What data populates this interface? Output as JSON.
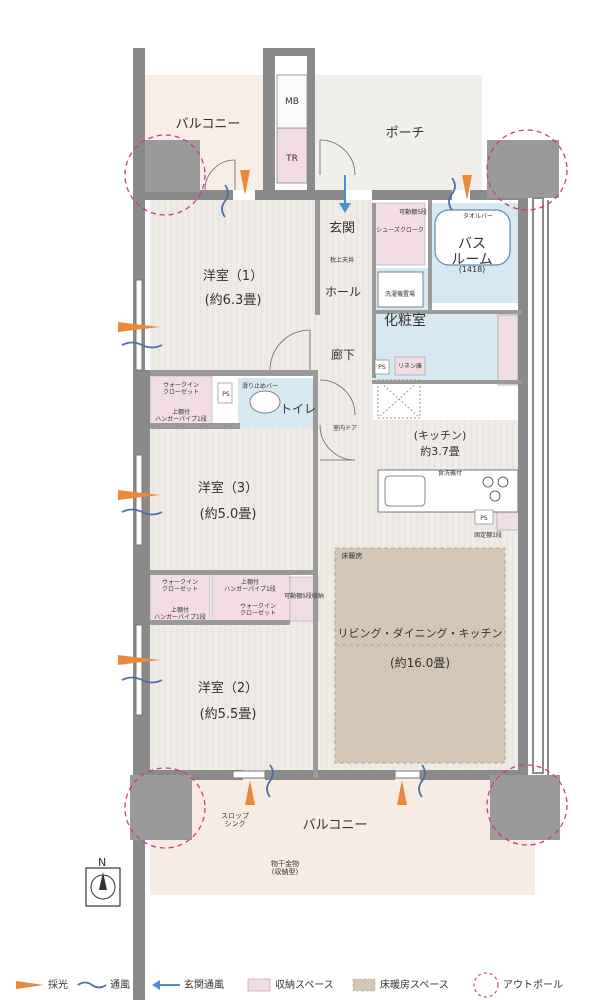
{
  "rooms": {
    "balcony_top": "バルコニー",
    "porch": "ポーチ",
    "mb": "MB",
    "tr": "TR",
    "genkan": "玄関",
    "hall": "ホール",
    "rouka": "廊下",
    "bath": "バス\nルーム",
    "bath_size": "(1418)",
    "vanity": "化粧室",
    "room1": "洋室（1）",
    "room1_size": "(約6.3畳)",
    "room3": "洋室（3）",
    "room3_size": "(約5.0畳)",
    "room2": "洋室（2）",
    "room2_size": "(約5.5畳)",
    "toilet": "トイレ",
    "kitchen": "(キッチン)",
    "kitchen_size": "約3.7畳",
    "ldk": "リビング・ダイニング・キッチン",
    "ldk_size": "(約16.0畳)",
    "balcony_bottom": "バルコニー",
    "floor_heating_tag": "床暖房",
    "slop_sink": "スロップ\nシンク",
    "storage_outdoor": "物干金物\n(収納型)"
  },
  "small_labels": {
    "wic1": "ウォークイン\nクローゼット",
    "wic1_sub": "上棚付\nハンガーパイプ1段",
    "wic3": "ウォークイン\nクローゼット",
    "wic3_sub": "上棚付\nハンガーパイプ1段",
    "wic2_top": "上棚付\nハンガーパイプ1段",
    "wic2": "ウォークイン\nクローゼット",
    "shoes": "シューズクローク",
    "movable_shelf": "可動棚5段",
    "ceiling_shelf": "枕上天井",
    "washer": "洗濯機置場",
    "linen": "リネン庫",
    "ps": "PS",
    "towel_bar": "タオルバー",
    "dishwasher": "食洗機付",
    "fixed_shelf": "固定棚1段",
    "storage_mid": "可動棚5段収納",
    "door_stopper": "室内ドア",
    "drop": "滑り止めバー"
  },
  "compass": "N",
  "legend": [
    {
      "label": "採光",
      "icon": "orange-arrow-icon"
    },
    {
      "label": "通風",
      "icon": "wind-wave-icon"
    },
    {
      "label": "玄関通風",
      "icon": "blue-arrow-icon"
    },
    {
      "label": "収納スペース",
      "icon": "pink-box-icon"
    },
    {
      "label": "床暖房スペース",
      "icon": "beige-hatch-icon"
    },
    {
      "label": "アウトポール",
      "icon": "dashed-circle-icon"
    }
  ],
  "colors": {
    "wall": "#8a8a8a",
    "floor_wood": "#eeebe6",
    "wet": "#d6e8f1",
    "storage": "#f1dde3",
    "heating": "#d9cbbb",
    "porch": "#f2f0ea",
    "balcony_bottom": "#f5ece4",
    "arrow_orange": "#e98a3a",
    "wind_blue": "#4c6fa8",
    "entry_blue": "#4a90d0",
    "outpole": "#d6338b"
  }
}
